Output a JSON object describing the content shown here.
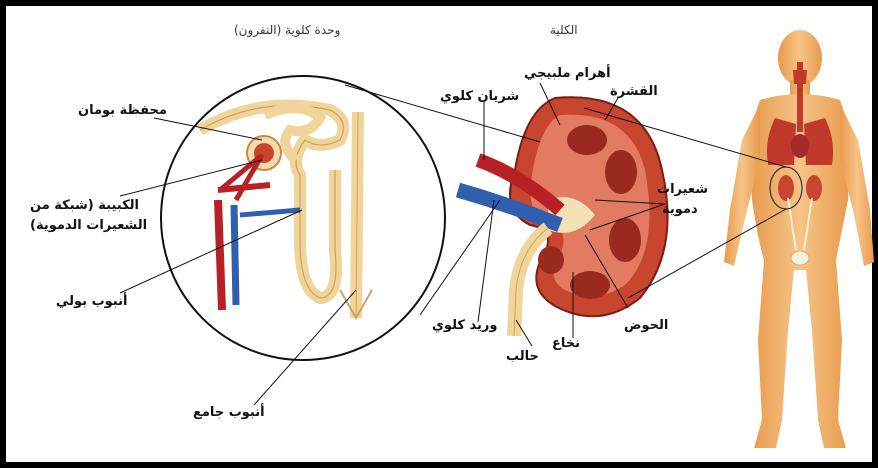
{
  "titles": {
    "nephron": "وحدة كلوية (النفرون)",
    "kidney": "الكلية"
  },
  "labels": {
    "bowman": "محفظة بومان",
    "glomerulus_1": "الكبيبة (شبكة من",
    "glomerulus_2": "الشعيرات الدموية)",
    "tubule": "أنبوب بولي",
    "collecting_duct": "أنبوب جامع",
    "pyramids": "أهرام ملبيجي",
    "renal_artery": "شريان كلوي",
    "cortex": "القشرة",
    "capillaries_1": "شعيرات",
    "capillaries_2": "دموية",
    "pelvis": "الحوض",
    "medulla": "نخاع",
    "renal_vein": "وريد كلوي",
    "ureter": "حالب"
  },
  "colors": {
    "kidney": "#c8452f",
    "pyramid": "#9b2a1e",
    "artery": "#b72025",
    "vein": "#2f5fae",
    "body": "#f2b46c",
    "tubule": "#f1d49a"
  }
}
